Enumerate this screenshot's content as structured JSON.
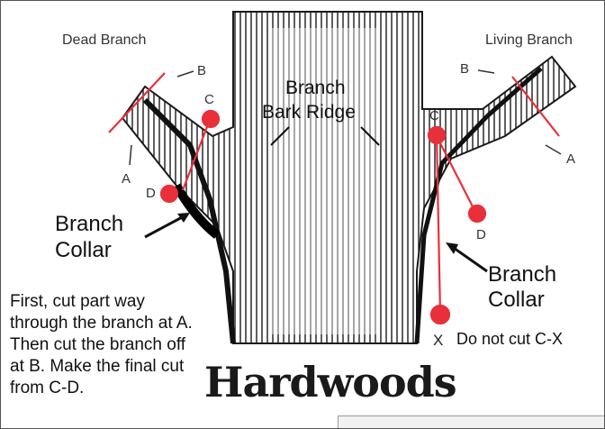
{
  "labels": {
    "dead_branch": "Dead Branch",
    "living_branch": "Living Branch",
    "branch_bark_ridge_1": "Branch",
    "branch_bark_ridge_2": "Bark Ridge",
    "branch_collar_left_1": "Branch",
    "branch_collar_left_2": "Collar",
    "branch_collar_right_1": "Branch",
    "branch_collar_right_2": "Collar",
    "do_not_cut": "Do not cut C-X",
    "point_x": "X"
  },
  "points_left": {
    "a": "A",
    "b": "B",
    "c": "C",
    "d": "D"
  },
  "points_right": {
    "a": "A",
    "b": "B",
    "c": "C",
    "d": "D"
  },
  "instructions": "First, cut part way through the branch at A. Then cut the branch off at B. Make the final cut from C-D.",
  "title": "Hardwoods",
  "colors": {
    "cut_marks": "#e8303a",
    "ink": "#1a1a1a"
  }
}
